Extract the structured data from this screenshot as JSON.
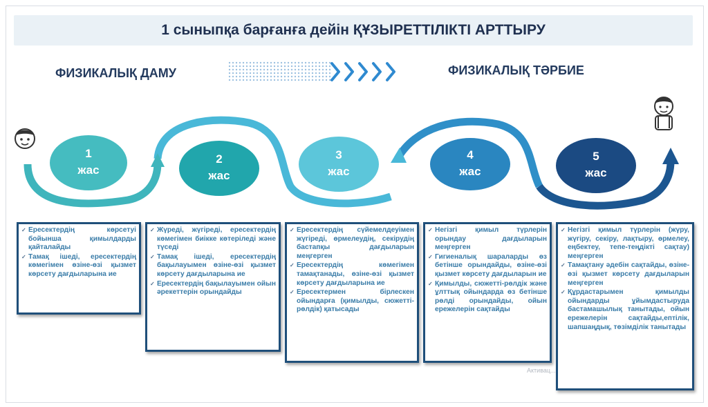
{
  "title": "1 сыныпқа барғанға дейін ҚҰЗЫРЕТТІЛІКТІ АРТТЫРУ",
  "left_heading": "ФИЗИКАЛЫҚ ДАМУ",
  "right_heading": "ФИЗИКАЛЫҚ ТӘРБИЕ",
  "stages": [
    {
      "number": "1",
      "unit": "жас",
      "color": "#45bcc0"
    },
    {
      "number": "2",
      "unit": "жас",
      "color": "#21a6ac"
    },
    {
      "number": "3",
      "unit": "жас",
      "color": "#5cc6da"
    },
    {
      "number": "4",
      "unit": "жас",
      "color": "#2a86c0"
    },
    {
      "number": "5",
      "unit": "жас",
      "color": "#1b4a82"
    }
  ],
  "colors": {
    "arc_left": "#3fb5bc",
    "arc_mid": "#49b8d8",
    "arc_right": "#1c5690",
    "title_bg": "#eaf1f6",
    "box_border": "#1f4f7a",
    "text": "#3a7ca8"
  },
  "boxes": [
    {
      "items": [
        "Ересектердің көрсетуі бойынша қимылдарды қайталайды",
        "Тамақ ішеді, ересектердің көмегімен өзіне-өзі қызмет көрсету дағдыларына ие"
      ]
    },
    {
      "items": [
        "Жүреді, жүгіреді, ересектердің көмегімен биікке көтеріледі және түседі",
        "Тамақ ішеді, ересектердің бақылауымен өзіне-өзі қызмет көрсету дағдыларына ие",
        "Ересектердің бақылауымен ойын әрекеттерін орындайды"
      ]
    },
    {
      "items": [
        "Ересектердің сүйемелдеуімен жүгіреді, өрмелеудің, секірудің бастапқы дағдыларын меңгерген",
        "Ересектердің көмегімен тамақтанады, өзіне-өзі қызмет көрсету дағдыларына ие",
        "Ересектермен бірлескен ойындарға (қимылды, сюжетті-рөлдік) қатысады"
      ]
    },
    {
      "items": [
        "Негізгі қимыл түрлерін орындау дағдыларын меңгерген",
        "Гигиеналық шараларды өз бетінше орындайды, өзіне-өзі қызмет көрсету дағдыларын ие",
        "Қимылды, сюжетті-рөлдік және ұлттық ойындарда өз бетінше рөлді орындайды, ойын ережелерін сақтайды"
      ]
    },
    {
      "items": [
        "Негізгі қимыл түрлерін (жүру, жүгіру, секіру, лақтыру, өрмелеу, еңбектеу, тепе-теңдікті сақтау) меңгерген",
        "Тамақтану әдебін сақтайды, өзіне-өзі қызмет көрсету дағдыларын меңгерген",
        "Құрдастарымен қимылды ойындарды ұйымдастыруда бастамашылық танытады, ойын ережелерін сақтайды,ептілік, шапшаңдық, төзімділік танытады"
      ]
    }
  ],
  "watermark": "Активац..."
}
